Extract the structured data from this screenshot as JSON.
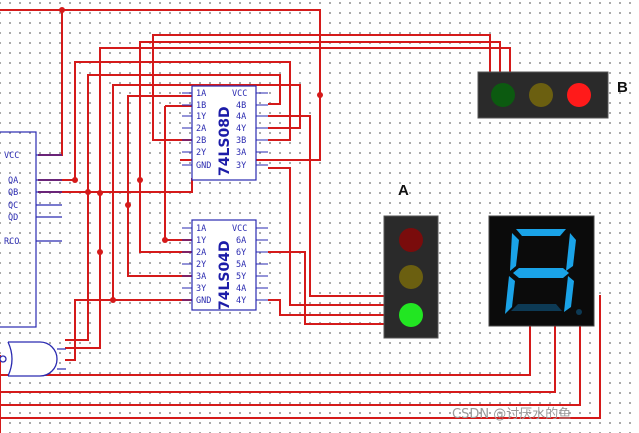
{
  "counter": {
    "pins": [
      "VCC",
      "QA",
      "QB",
      "QC",
      "QD",
      "RCO"
    ]
  },
  "chip_and": {
    "name": "74LS08D",
    "left_pins": [
      "1A",
      "1B",
      "1Y",
      "2A",
      "2B",
      "2Y",
      "GND"
    ],
    "right_pins": [
      "VCC",
      "4B",
      "4A",
      "4Y",
      "3B",
      "3A",
      "3Y"
    ]
  },
  "chip_not": {
    "name": "74LS04D",
    "left_pins": [
      "1A",
      "1Y",
      "2A",
      "2Y",
      "3A",
      "3Y",
      "GND"
    ],
    "right_pins": [
      "VCC",
      "6A",
      "6Y",
      "5A",
      "5Y",
      "4A",
      "4Y"
    ]
  },
  "traffic_light_a": {
    "label": "A",
    "lamps": [
      {
        "color": "#7a0c0c",
        "state": "off"
      },
      {
        "color": "#6b5f10",
        "state": "off"
      },
      {
        "color": "#22e622",
        "state": "on"
      }
    ]
  },
  "traffic_light_b": {
    "label": "B",
    "lamps": [
      {
        "color": "#0c5a10",
        "state": "off"
      },
      {
        "color": "#6b5f10",
        "state": "off"
      },
      {
        "color": "#ff1a1a",
        "state": "on"
      }
    ]
  },
  "seven_segment": {
    "digit_segments_on": [
      "a",
      "b",
      "c",
      "e",
      "f",
      "g"
    ],
    "segment_color": "#1aa3e8",
    "off_color": "#0d3a55"
  },
  "colors": {
    "wire": "#d41a1a",
    "chip_outline": "#2a2ab0",
    "housing": "#2a2a2a",
    "display_bg": "#0b0b0b"
  },
  "watermark": "CSDN @讨厌水的鱼"
}
